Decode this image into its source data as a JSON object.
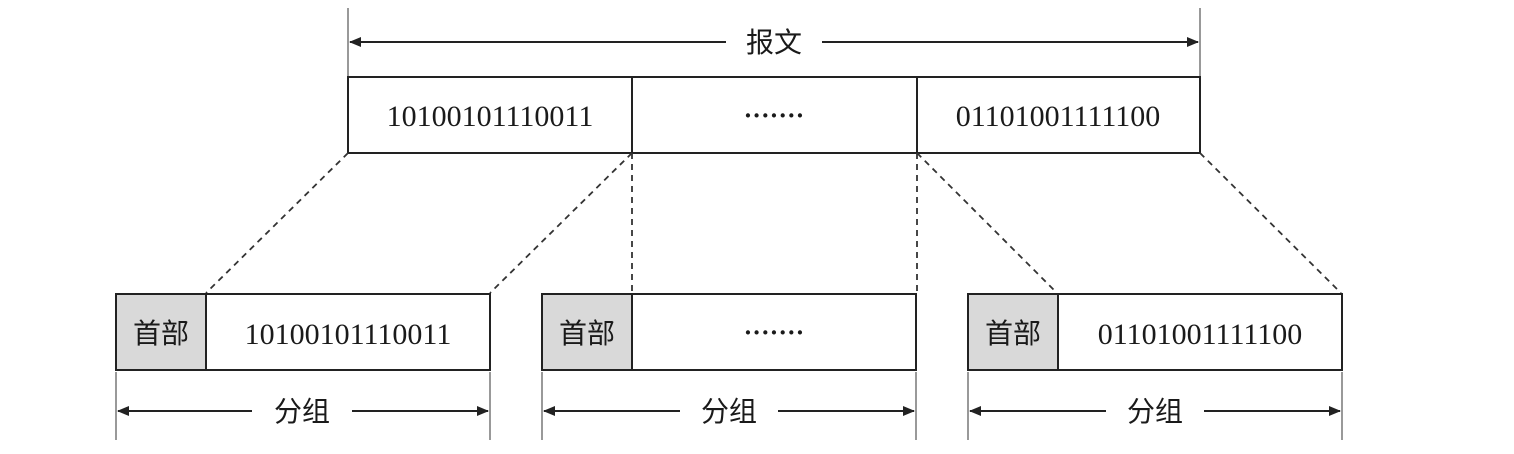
{
  "message": {
    "label": "报文",
    "segments": [
      "10100101110011",
      "·······",
      "01101001111100"
    ]
  },
  "packets": [
    {
      "header": "首部",
      "payload": "10100101110011",
      "label": "分组"
    },
    {
      "header": "首部",
      "payload": "·······",
      "label": "分组"
    },
    {
      "header": "首部",
      "payload": "01101001111100",
      "label": "分组"
    }
  ],
  "colors": {
    "line": "#222222",
    "header_fill": "#d9d9d9",
    "background": "#ffffff"
  }
}
